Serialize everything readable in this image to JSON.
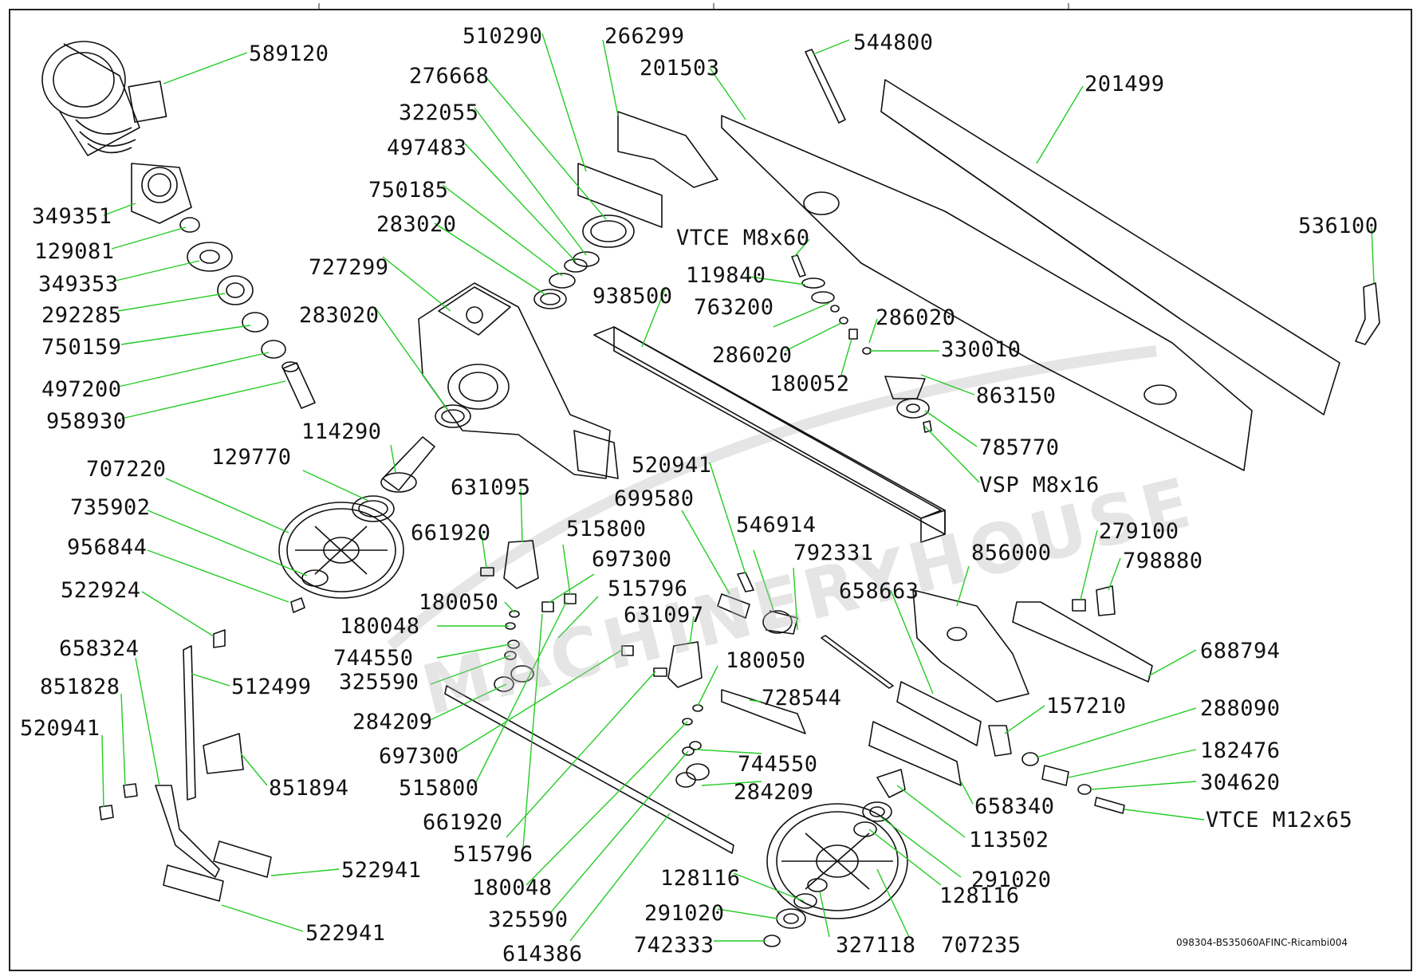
{
  "drawing": {
    "reference": "098304-BS35060AFINC-Ricambi004",
    "watermark": "MACHINERYHOUSE"
  },
  "part_labels": [
    {
      "id": "589120",
      "text": "589120"
    },
    {
      "id": "349351",
      "text": "349351"
    },
    {
      "id": "129081",
      "text": "129081"
    },
    {
      "id": "349353",
      "text": "349353"
    },
    {
      "id": "292285",
      "text": "292285"
    },
    {
      "id": "750159",
      "text": "750159"
    },
    {
      "id": "497200",
      "text": "497200"
    },
    {
      "id": "958930",
      "text": "958930"
    },
    {
      "id": "510290",
      "text": "510290"
    },
    {
      "id": "266299",
      "text": "266299"
    },
    {
      "id": "276668",
      "text": "276668"
    },
    {
      "id": "201503",
      "text": "201503"
    },
    {
      "id": "322055",
      "text": "322055"
    },
    {
      "id": "497483",
      "text": "497483"
    },
    {
      "id": "750185",
      "text": "750185"
    },
    {
      "id": "283020a",
      "text": "283020"
    },
    {
      "id": "727299",
      "text": "727299"
    },
    {
      "id": "283020b",
      "text": "283020"
    },
    {
      "id": "544800",
      "text": "544800"
    },
    {
      "id": "201499",
      "text": "201499"
    },
    {
      "id": "vtce_m8",
      "text": "VTCE M8x60"
    },
    {
      "id": "119840",
      "text": "119840"
    },
    {
      "id": "938500",
      "text": "938500"
    },
    {
      "id": "763200",
      "text": "763200"
    },
    {
      "id": "286020a",
      "text": "286020"
    },
    {
      "id": "286020b",
      "text": "286020"
    },
    {
      "id": "330010",
      "text": "330010"
    },
    {
      "id": "180052",
      "text": "180052"
    },
    {
      "id": "863150",
      "text": "863150"
    },
    {
      "id": "785770",
      "text": "785770"
    },
    {
      "id": "vsp_m8",
      "text": "VSP M8x16"
    },
    {
      "id": "536100",
      "text": "536100"
    },
    {
      "id": "114290",
      "text": "114290"
    },
    {
      "id": "129770",
      "text": "129770"
    },
    {
      "id": "707220",
      "text": "707220"
    },
    {
      "id": "735902",
      "text": "735902"
    },
    {
      "id": "956844",
      "text": "956844"
    },
    {
      "id": "522924",
      "text": "522924"
    },
    {
      "id": "658324",
      "text": "658324"
    },
    {
      "id": "512499",
      "text": "512499"
    },
    {
      "id": "851828",
      "text": "851828"
    },
    {
      "id": "520941a",
      "text": "520941"
    },
    {
      "id": "851894",
      "text": "851894"
    },
    {
      "id": "522941a",
      "text": "522941"
    },
    {
      "id": "522941b",
      "text": "522941"
    },
    {
      "id": "631095",
      "text": "631095"
    },
    {
      "id": "661920a",
      "text": "661920"
    },
    {
      "id": "515800a",
      "text": "515800"
    },
    {
      "id": "697300a",
      "text": "697300"
    },
    {
      "id": "180050a",
      "text": "180050"
    },
    {
      "id": "515796a",
      "text": "515796"
    },
    {
      "id": "180048a",
      "text": "180048"
    },
    {
      "id": "631097",
      "text": "631097"
    },
    {
      "id": "744550a",
      "text": "744550"
    },
    {
      "id": "325590a",
      "text": "325590"
    },
    {
      "id": "284209a",
      "text": "284209"
    },
    {
      "id": "697300b",
      "text": "697300"
    },
    {
      "id": "515800b",
      "text": "515800"
    },
    {
      "id": "661920b",
      "text": "661920"
    },
    {
      "id": "515796b",
      "text": "515796"
    },
    {
      "id": "180048b",
      "text": "180048"
    },
    {
      "id": "325590b",
      "text": "325590"
    },
    {
      "id": "614386",
      "text": "614386"
    },
    {
      "id": "520941b",
      "text": "520941"
    },
    {
      "id": "699580",
      "text": "699580"
    },
    {
      "id": "546914",
      "text": "546914"
    },
    {
      "id": "792331",
      "text": "792331"
    },
    {
      "id": "180050b",
      "text": "180050"
    },
    {
      "id": "728544",
      "text": "728544"
    },
    {
      "id": "744550b",
      "text": "744550"
    },
    {
      "id": "284209b",
      "text": "284209"
    },
    {
      "id": "128116a",
      "text": "128116"
    },
    {
      "id": "291020a",
      "text": "291020"
    },
    {
      "id": "742333",
      "text": "742333"
    },
    {
      "id": "327118",
      "text": "327118"
    },
    {
      "id": "707235",
      "text": "707235"
    },
    {
      "id": "128116b",
      "text": "128116"
    },
    {
      "id": "291020b",
      "text": "291020"
    },
    {
      "id": "113502",
      "text": "113502"
    },
    {
      "id": "658340",
      "text": "658340"
    },
    {
      "id": "658663",
      "text": "658663"
    },
    {
      "id": "856000",
      "text": "856000"
    },
    {
      "id": "279100",
      "text": "279100"
    },
    {
      "id": "798880",
      "text": "798880"
    },
    {
      "id": "688794",
      "text": "688794"
    },
    {
      "id": "157210",
      "text": "157210"
    },
    {
      "id": "288090",
      "text": "288090"
    },
    {
      "id": "182476",
      "text": "182476"
    },
    {
      "id": "304620",
      "text": "304620"
    },
    {
      "id": "vtce_m12",
      "text": "VTCE M12x65"
    }
  ],
  "colors": {
    "leader": "#22cc22",
    "outline": "#111111",
    "watermark": "#b4b4b4"
  }
}
